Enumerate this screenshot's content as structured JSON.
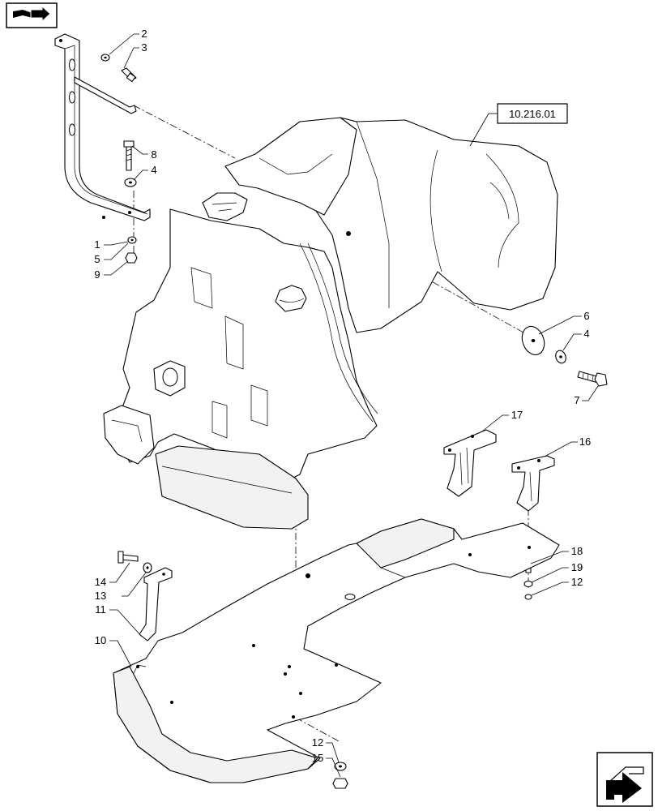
{
  "reference_label": "10.216.01",
  "callouts": [
    {
      "id": "c1",
      "text": "1"
    },
    {
      "id": "c2",
      "text": "2"
    },
    {
      "id": "c3",
      "text": "3"
    },
    {
      "id": "c4a",
      "text": "4"
    },
    {
      "id": "c4b",
      "text": "4"
    },
    {
      "id": "c5",
      "text": "5"
    },
    {
      "id": "c6",
      "text": "6"
    },
    {
      "id": "c7",
      "text": "7"
    },
    {
      "id": "c8",
      "text": "8"
    },
    {
      "id": "c9",
      "text": "9"
    },
    {
      "id": "c10",
      "text": "10"
    },
    {
      "id": "c11",
      "text": "11"
    },
    {
      "id": "c12a",
      "text": "12"
    },
    {
      "id": "c12b",
      "text": "12"
    },
    {
      "id": "c13",
      "text": "13"
    },
    {
      "id": "c14",
      "text": "14"
    },
    {
      "id": "c15",
      "text": "15"
    },
    {
      "id": "c16",
      "text": "16"
    },
    {
      "id": "c17",
      "text": "17"
    },
    {
      "id": "c18",
      "text": "18"
    },
    {
      "id": "c19",
      "text": "19"
    }
  ],
  "icons": {
    "top_left": "book-navigation-icon",
    "bottom_right": "next-page-arrow-icon"
  }
}
